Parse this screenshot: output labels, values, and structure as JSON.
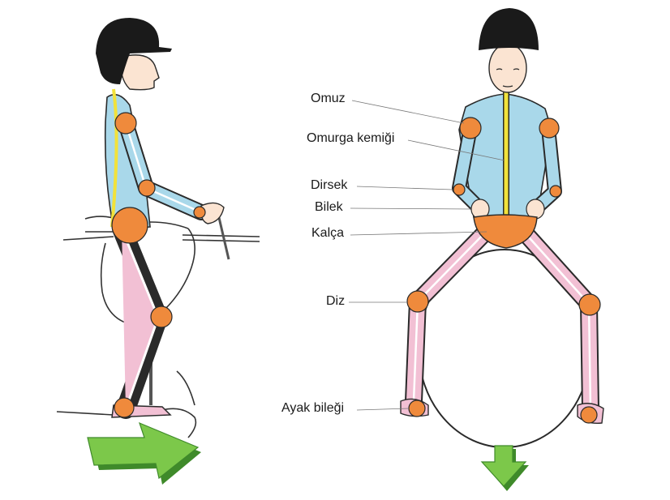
{
  "labels": {
    "shoulder": "Omuz",
    "spine": "Omurga kemiği",
    "elbow": "Dirsek",
    "wrist": "Bilek",
    "hip": "Kalça",
    "knee": "Diz",
    "ankle": "Ayak bileği"
  },
  "colors": {
    "helmet": "#1a1a1a",
    "shirt": "#a9d8ea",
    "joint": "#ef8a3c",
    "leg": "#f2c0d4",
    "spine": "#f2e23a",
    "arrow": "#7cc84a",
    "arrow_dark": "#3f8a2a",
    "skin": "#fbe4d2"
  },
  "icons": [
    "forward-arrow-icon",
    "down-arrow-icon"
  ]
}
